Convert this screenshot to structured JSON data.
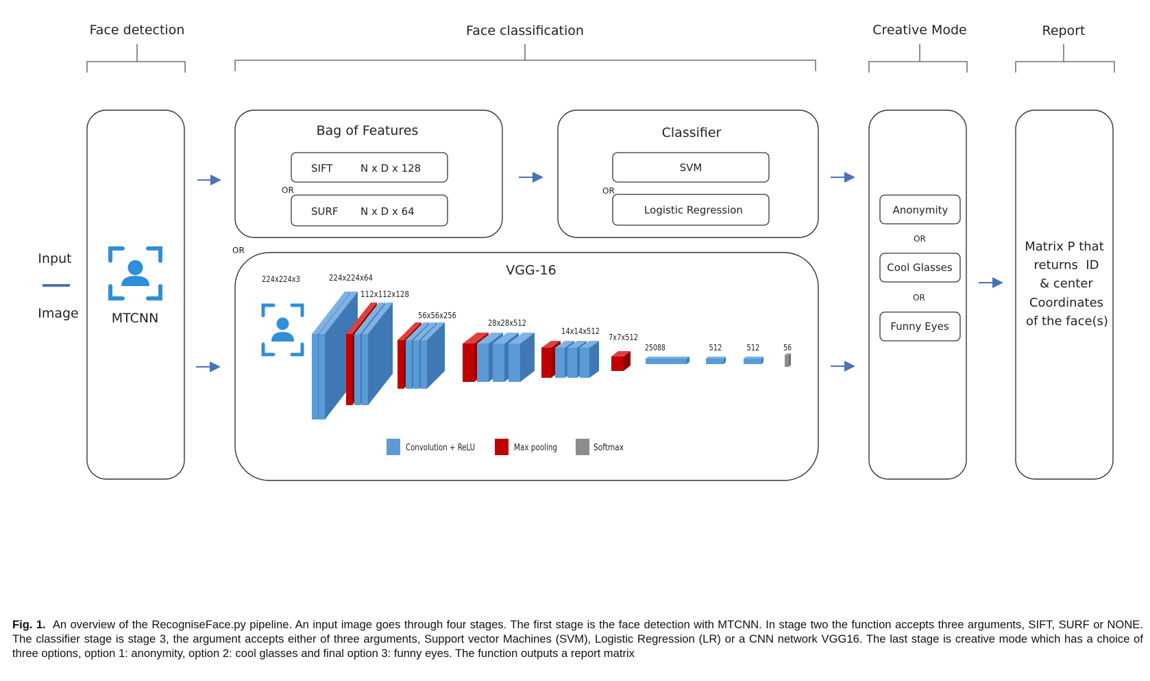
{
  "stages": {
    "detection": "Face detection",
    "classification": "Face classification",
    "creative": "Creative Mode",
    "report": "Report"
  },
  "input": {
    "line1": "Input",
    "line2": "Image"
  },
  "mtcnn": {
    "label": "MTCNN"
  },
  "bag_of_features": {
    "title": "Bag of Features",
    "sift_name": "SIFT",
    "sift_dim": "N x D x 128",
    "surf_name": "SURF",
    "surf_dim": "N x D x 64",
    "or": "OR"
  },
  "classifier": {
    "title": "Classifier",
    "svm": "SVM",
    "lr": "Logistic Regression",
    "or": "OR"
  },
  "or_between": "OR",
  "vgg": {
    "title": "VGG-16",
    "dims": [
      "224x224x3",
      "224x224x64",
      "112x112x128",
      "56x56x256",
      "28x28x512",
      "14x14x512",
      "7x7x512",
      "25088",
      "512",
      "512",
      "56"
    ],
    "legend": [
      {
        "label": "Convolution + ReLU",
        "color": "#5b9bd5"
      },
      {
        "label": "Max pooling",
        "color": "#c00000"
      },
      {
        "label": "Softmax",
        "color": "#8c8c8c"
      }
    ]
  },
  "creative": {
    "options": [
      "Anonymity",
      "Cool Glasses",
      "Funny Eyes"
    ],
    "or": "OR"
  },
  "report": {
    "lines": [
      "Matrix P that",
      "returns  ID",
      "& center",
      "Coordinates",
      "of the face(s)"
    ]
  },
  "colors": {
    "arrow": "#4a72b8",
    "box": "#333333",
    "icon": "#2f8fd8",
    "conv": "#5b9bd5",
    "conv_side": "#3f78b4",
    "pool": "#c00000"
  },
  "caption": {
    "label": "Fig. 1.",
    "text": "An overview of the RecogniseFace.py pipeline. An input image goes through four stages. The first stage is the face detection with MTCNN. In stage two the function accepts three arguments, SIFT, SURF or NONE. The classifier stage is stage 3, the argument accepts either of three arguments, Support vector Machines (SVM), Logistic Regression (LR) or a CNN network VGG16. The last stage is creative mode which has a choice of three options, option 1: anonymity, option 2: cool glasses and final option 3: funny eyes. The function outputs a report matrix"
  }
}
